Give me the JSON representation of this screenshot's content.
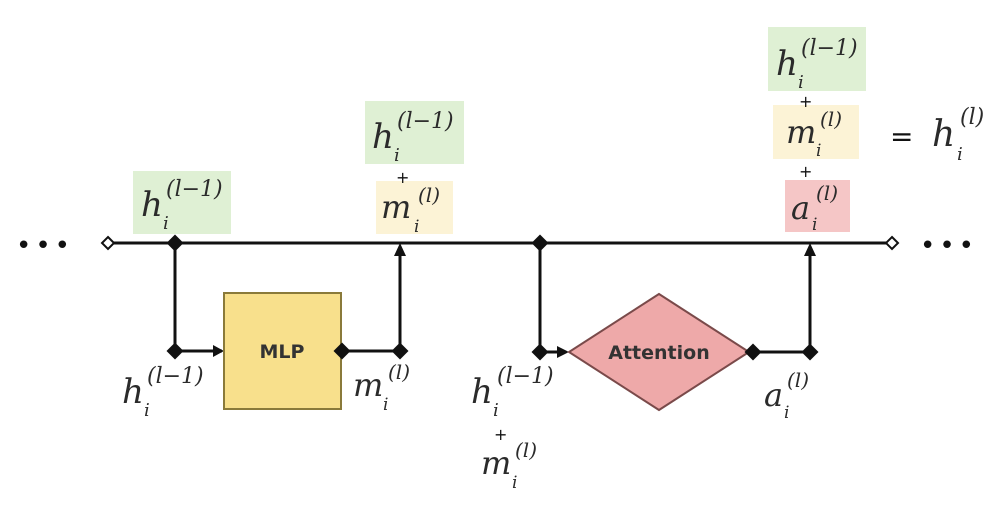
{
  "colors": {
    "h_bg": "#dff0d4",
    "m_bg": "#fcf3d6",
    "a_bg": "#f5c6c6",
    "mlp_fill": "#f8e08c",
    "mlp_stroke": "#8a7a3a",
    "attn_fill": "#eea9a9",
    "attn_stroke": "#7a4a4a",
    "line": "#111111"
  },
  "symbols": {
    "h": "h",
    "m": "m",
    "a": "a",
    "sub_i": "i",
    "sup_prev": "(l−1)",
    "sup_cur": "(l)",
    "plus": "+",
    "equals": "="
  },
  "ellipsis": {
    "left": "•••",
    "right": "•••"
  },
  "blocks": {
    "mlp": {
      "label": "MLP"
    },
    "attention": {
      "label": "Attention"
    }
  }
}
